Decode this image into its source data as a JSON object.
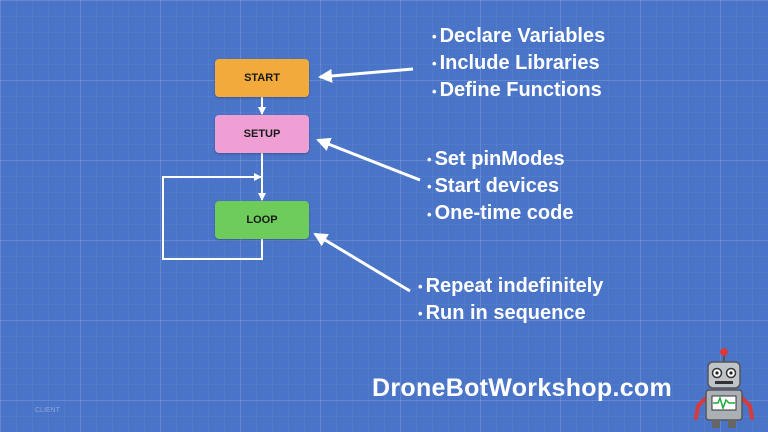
{
  "flowchart": {
    "start_label": "START",
    "setup_label": "SETUP",
    "loop_label": "LOOP",
    "colors": {
      "start": "#f2ab3a",
      "setup": "#ef9fd4",
      "loop": "#6dcc5a"
    }
  },
  "annotations": {
    "start_notes": [
      "Declare Variables",
      "Include Libraries",
      "Define Functions"
    ],
    "setup_notes": [
      "Set pinModes",
      "Start devices",
      "One-time code"
    ],
    "loop_notes": [
      "Repeat indefinitely",
      "Run in sequence"
    ]
  },
  "branding": {
    "site": "DroneBotWorkshop.com",
    "corner_label": "CLIENT",
    "mascot_icon": "robot-mascot-icon"
  },
  "background_color": "#4a74c8"
}
